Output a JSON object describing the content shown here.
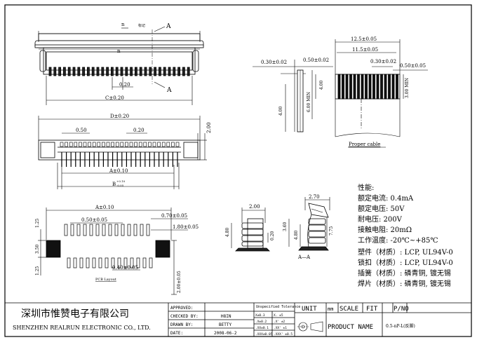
{
  "dims": {
    "n_top": "n",
    "n_mid": "n",
    "pitch_top": "0.20",
    "c_dim": "C±0.20",
    "d_dim": "D±0.20",
    "h_200": "2.00",
    "left_050": "0.50",
    "right_020": "0.20",
    "a_010": "A±0.10",
    "b_dim": "B",
    "b_tol_plus": "+0.10",
    "b_tol_minus": "-0.05",
    "pad_a": "A±0.10",
    "pad_070": "0.70±0.05",
    "pad_050": "0.50±0.05",
    "pad_180": "1.80±0.05",
    "pad_125a": "1.25",
    "pad_350": "3.50",
    "pad_125b": "1.25",
    "pad_040": "0.40±0.05",
    "pad_2x": "2.00±0.05",
    "side_200": "2.00",
    "side_480": "4.80",
    "side_020": "0.20",
    "side_270": "2.70",
    "side_360": "3.60",
    "side_480b": "4.80",
    "side_775": "7.75",
    "cable_125": "12.5±0.05",
    "cable_115": "11.5±0.05",
    "cable_030l": "0.30±0.02",
    "cable_050": "0.50±0.02",
    "cable_030r": "0.30±0.02",
    "cable_050r": "0.50±0.05",
    "cable_400": "4.00",
    "cable_600": "6.00 MIN",
    "cable_300": "3.00 MIN",
    "cable_400b": "4.00"
  },
  "labels": {
    "section_a_top": "A",
    "section_a_bot": "A",
    "mark_label": "标记",
    "pcb_layout": "PCB Layout",
    "aa": "A—A",
    "proper_cable": "Proper cable"
  },
  "spec": {
    "title": "性能:",
    "lines": [
      "额定电流: 0.4mA",
      "额定电压: 50V",
      "耐电压: 200V",
      "接触电阻: 20mΩ",
      "工作温度: -20℃~+85℃"
    ],
    "materials": [
      "塑件（材质）: LCP, UL94V-0",
      "锁扣（材质）: LCP, UL94V-0",
      "插簧（材质）: 磷青铜, 镀无锡",
      "焊片（材质）: 磷青铜, 镀无锡"
    ]
  },
  "title_block": {
    "company_cn": "深圳市惟赞电子有限公司",
    "company_en": "SHENZHEN REALRUN ELECTRONIC CO., LTD.",
    "approved": "APPROVED:",
    "checked": "CHECKED BY:",
    "checked_val": "H8IN",
    "drawn": "DRAWN BY:",
    "drawn_val": "BETTY",
    "date": "DATE:",
    "date_val": "2008-06-2",
    "tol_title": "Unspecified Tolerance",
    "tol_rows": [
      [
        "X±0.3",
        "X. ±5"
      ],
      [
        ".X±0.2",
        ".X' ±2"
      ],
      [
        ".XX±0.1",
        ".XX' ±1"
      ],
      [
        ".XXX±0.05",
        ".XXX' ±0.5"
      ]
    ],
    "unit": "UNIT",
    "unit_val": "mm",
    "scale": "SCALE",
    "fit": "FIT",
    "pno": "P/NO",
    "product_name": "PRODUCT NAME",
    "product_val": "0.5-nP-L(反脚)"
  }
}
